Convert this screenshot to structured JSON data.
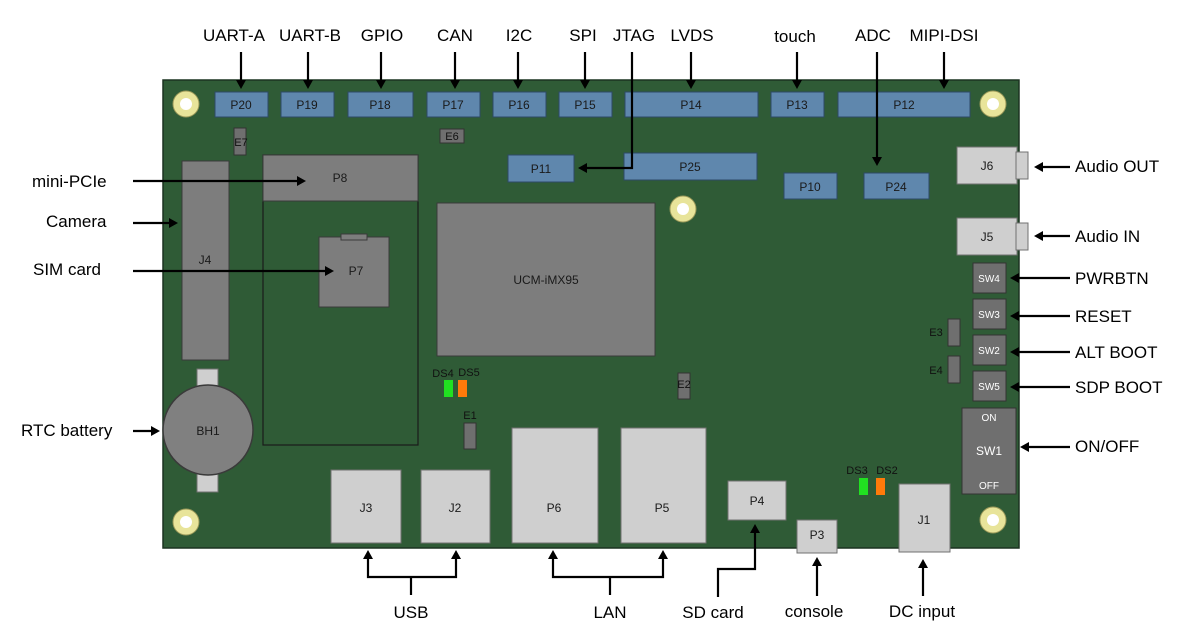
{
  "top_labels": [
    "UART-A",
    "UART-B",
    "GPIO",
    "CAN",
    "I2C",
    "SPI",
    "JTAG",
    "LVDS",
    "touch",
    "ADC",
    "MIPI-DSI"
  ],
  "left_labels": [
    "mini-PCIe",
    "Camera",
    "SIM card",
    "RTC battery"
  ],
  "right_labels": [
    "Audio OUT",
    "Audio IN",
    "PWRBTN",
    "RESET",
    "ALT BOOT",
    "SDP BOOT",
    "ON/OFF"
  ],
  "bottom_labels": [
    "USB",
    "LAN",
    "SD card",
    "console",
    "DC input"
  ],
  "headers": [
    "P20",
    "P19",
    "P18",
    "P17",
    "P16",
    "P15",
    "P14",
    "P13",
    "P12",
    "P11",
    "P25",
    "P10",
    "P24"
  ],
  "components": {
    "P8": "P8",
    "P7": "P7",
    "J4": "J4",
    "BH1": "BH1",
    "SOM": "UCM-iMX95",
    "J3": "J3",
    "J2": "J2",
    "P6": "P6",
    "P5": "P5",
    "P4": "P4",
    "P3": "P3",
    "J1": "J1",
    "J6": "J6",
    "J5": "J5",
    "SW1": "SW1",
    "SW1_on": "ON",
    "SW1_off": "OFF"
  },
  "switches": [
    "SW4",
    "SW3",
    "SW2",
    "SW5"
  ],
  "leds": [
    "DS4",
    "DS5",
    "DS3",
    "DS2"
  ],
  "jumpers": [
    "E7",
    "E6",
    "E2",
    "E1",
    "E3",
    "E4"
  ],
  "colors": {
    "board": "#2f5b36",
    "header": "#5f87ad",
    "led_green": "#21e021",
    "led_orange": "#ff7a0a",
    "mount_ring": "#e8e49a"
  }
}
